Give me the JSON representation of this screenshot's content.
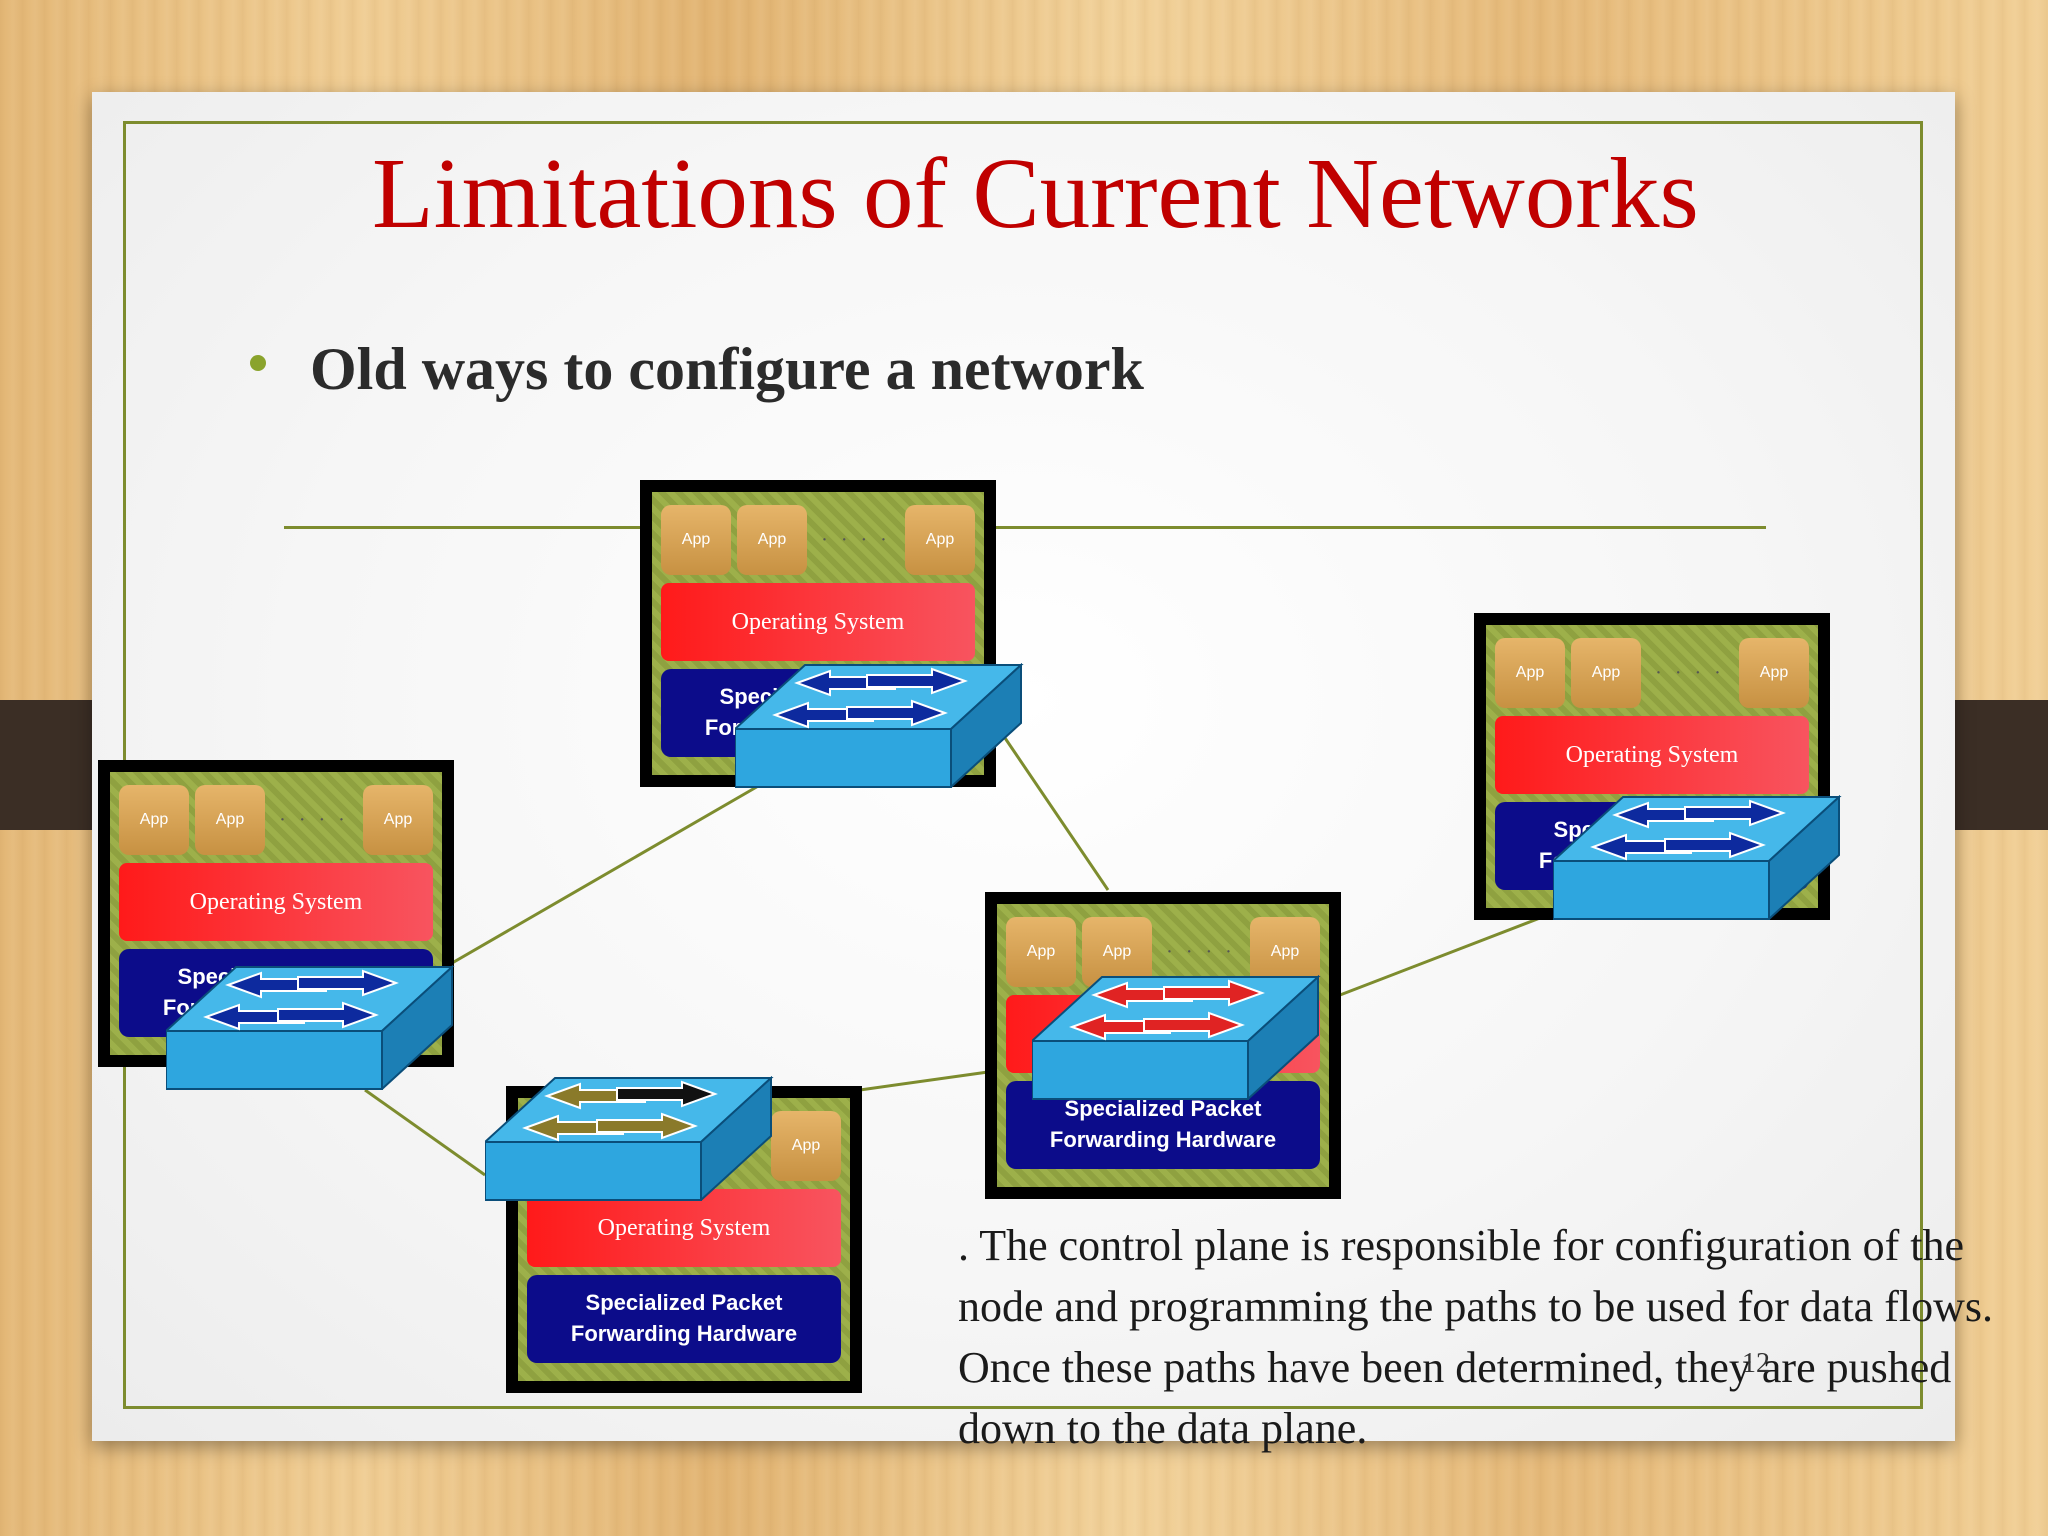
{
  "slide": {
    "title": "Limitations of Current Networks",
    "bullet": "Old ways to configure a network",
    "paragraph": ". The control plane is responsible for configuration of the node and programming the paths to be used for data flows. Once these paths have been determined, they are pushed down to the data plane.",
    "page_number": "12"
  },
  "node_labels": {
    "app": "App",
    "os": "Operating System",
    "hw": "Specialized Packet Forwarding Hardware"
  },
  "colors": {
    "title": "#c00000",
    "accent_line": "#7d8c2e",
    "os_red": "#ff1a1a",
    "hw_blue": "#0c0c8a",
    "switch_blue": "#2fa4dc"
  },
  "icons": [
    "network-switch-icon"
  ]
}
